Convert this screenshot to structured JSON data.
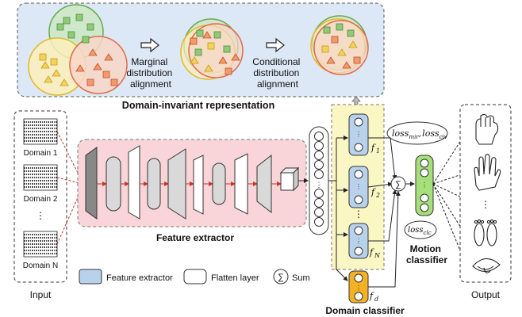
{
  "top": {
    "arrow1_label": [
      "Marginal",
      "distribution",
      "alignment"
    ],
    "arrow2_label": [
      "Conditional",
      "distribution",
      "alignment"
    ],
    "title": "Domain-invariant representation"
  },
  "input": {
    "title": "Input",
    "domains": [
      "Domain 1",
      "Domain 2",
      "⋮",
      "Domain N"
    ]
  },
  "feature_extractor": {
    "label": "Feature extractor"
  },
  "branches": {
    "f1": "f",
    "f1_sub": "1",
    "f2": "f",
    "f2_sub": "2",
    "fN": "f",
    "fN_sub": "N",
    "fd": "f",
    "fd_sub": "d"
  },
  "loss_top": {
    "loss1": "loss",
    "loss1_sub": "mir",
    "comma": ",",
    "loss2": "loss",
    "loss2_sub": "civ"
  },
  "loss_clc": {
    "loss": "loss",
    "sub": "clc"
  },
  "motion_classifier": [
    "Motion",
    "classifier"
  ],
  "domain_classifier": "Domain classifier",
  "legend": {
    "feature_extractor": "Feature extractor",
    "flatten_layer": "Flatten layer",
    "sum": "Sum",
    "sum_symbol": "∑"
  },
  "output": {
    "title": "Output"
  },
  "colors": {
    "fe_bg": "#f9d4d8",
    "branch_bg": "#fbf7c4",
    "top_bg": "#dde8f6",
    "blue_module": "#b9d2ec",
    "domain_cls": "#f2b224",
    "motion_cls": "#a6e07b"
  }
}
